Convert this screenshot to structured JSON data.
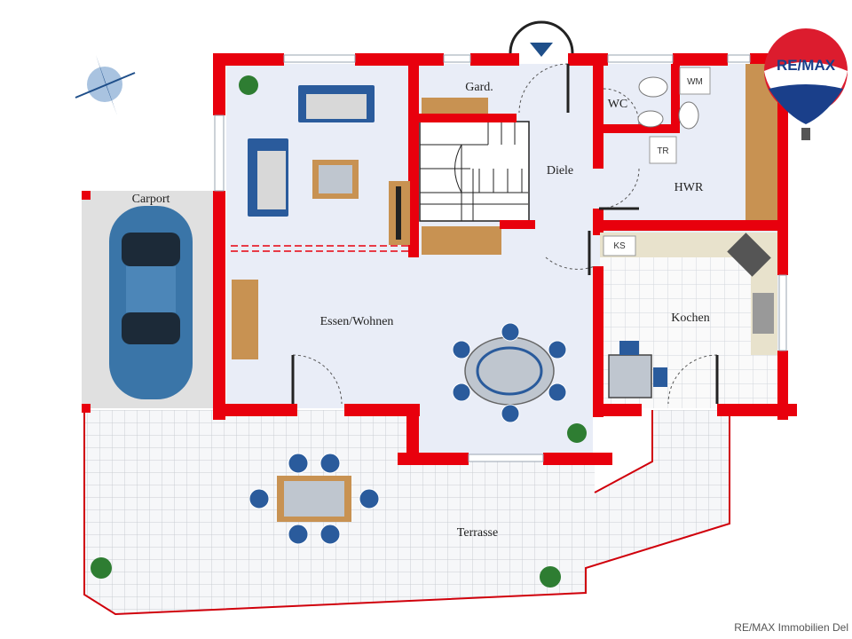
{
  "plan": {
    "rooms": {
      "carport": "Carport",
      "garderobe": "Gard.",
      "wc": "WC",
      "diele": "Diele",
      "hwr": "HWR",
      "essen_wohnen": "Essen/Wohnen",
      "kochen": "Kochen",
      "terrasse": "Terrasse"
    },
    "fixtures": {
      "washing_machine": "WM",
      "dryer": "TR",
      "fridge": "KS"
    }
  },
  "logo": {
    "text": "RE/MAX"
  },
  "footer": {
    "text": "RE/MAX Immobilien Del"
  },
  "colors": {
    "wall": "#e8000d",
    "floor": "#e9edf7",
    "tile": "#f2f4f7",
    "carport": "#e0e0e0",
    "sofa": "#2a5b9c",
    "car": "#3a75a8"
  }
}
